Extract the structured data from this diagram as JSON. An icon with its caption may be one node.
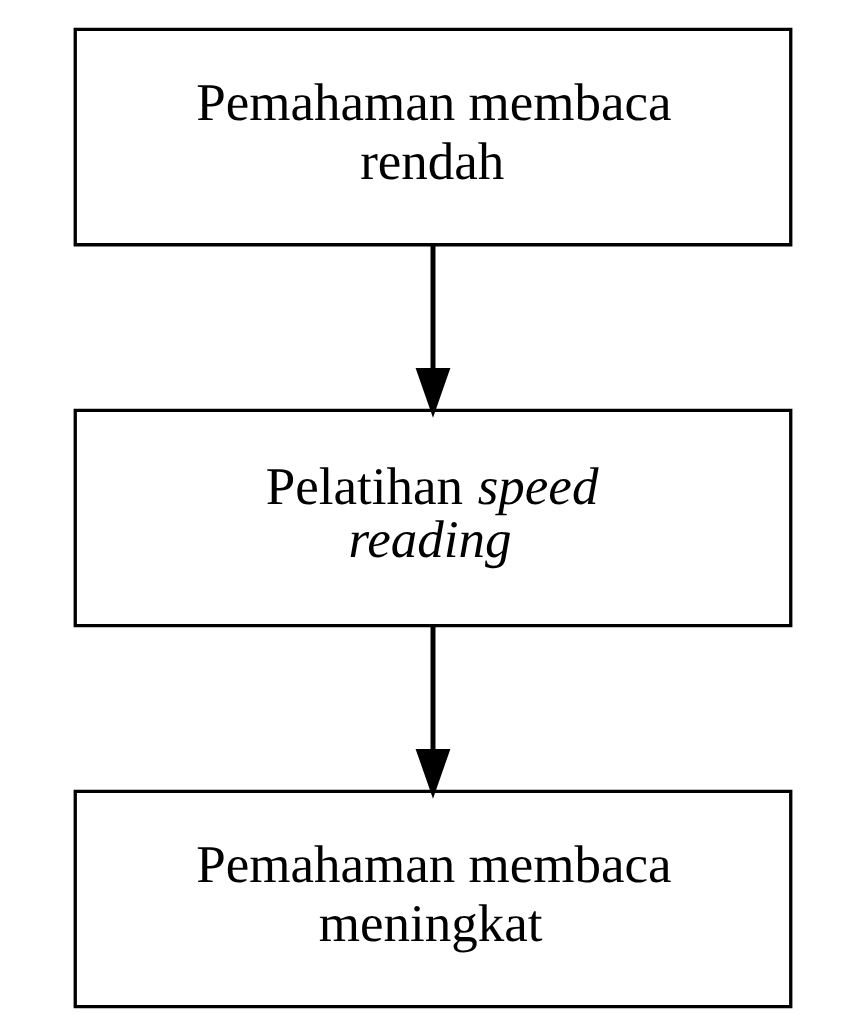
{
  "diagram": {
    "nodes": [
      {
        "text": [
          "Pemahaman membaca rendah"
        ]
      },
      {
        "text": [
          "Pelatihan *speed reading*"
        ]
      },
      {
        "text": [
          "Pemahaman membaca meningkat"
        ]
      }
    ],
    "edges": [
      {
        "from": 0,
        "to": 1,
        "arrow": "to"
      },
      {
        "from": 1,
        "to": 2,
        "arrow": "to"
      }
    ]
  }
}
